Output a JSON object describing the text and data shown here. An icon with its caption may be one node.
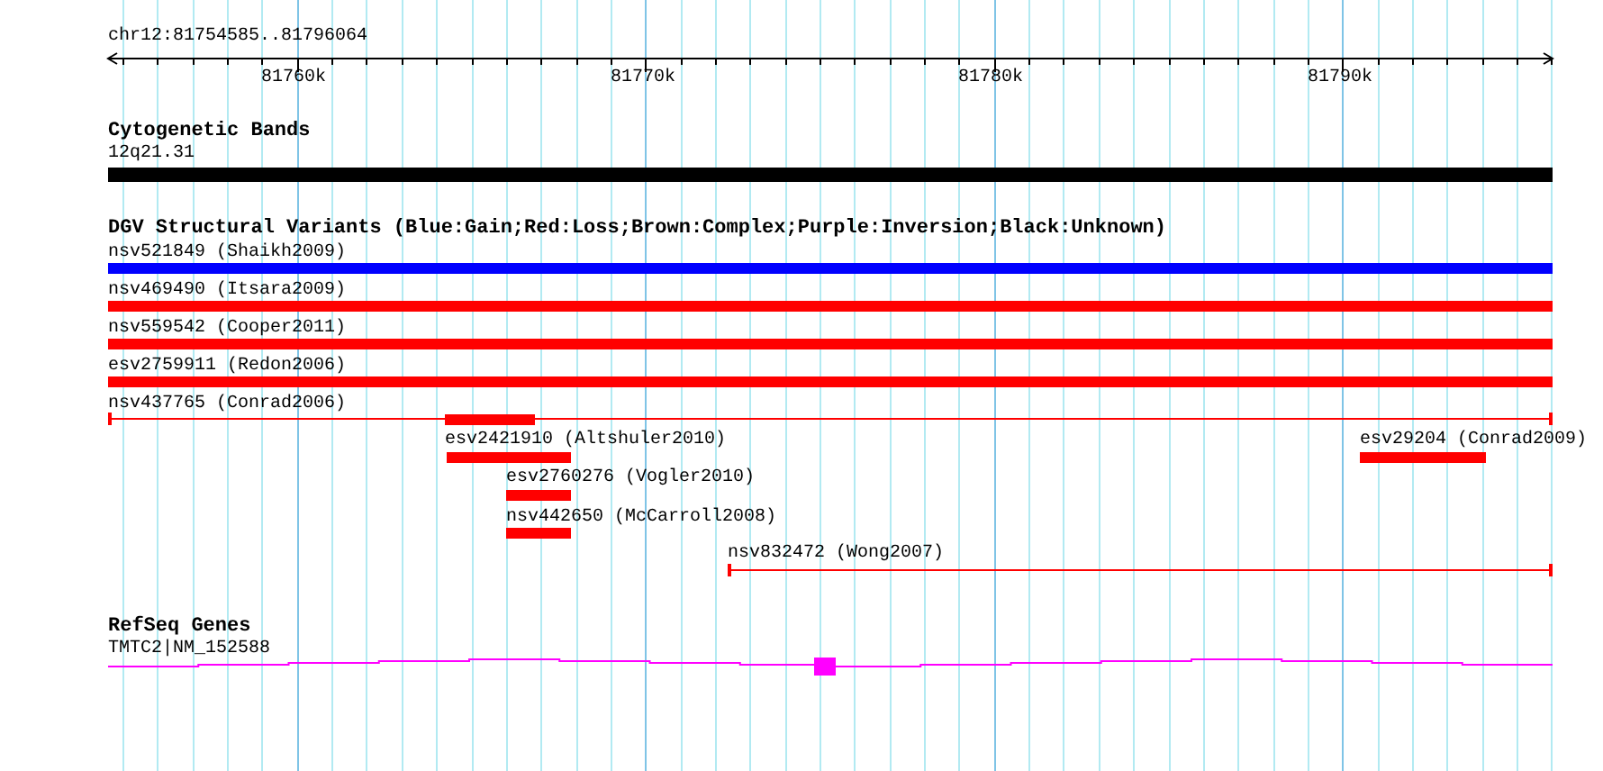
{
  "diagram": {
    "nodes": [
      {
        "text": [
          "12q21.31"
        ]
      },
      {
        "text": [
          "nsv521849 (Shaikh2009)"
        ]
      },
      {
        "text": [
          "nsv469490 (Itsara2009)"
        ]
      },
      {
        "text": [
          "nsv559542 (Cooper2011)"
        ]
      },
      {
        "text": [
          "esv2759911 (Redon2006)"
        ]
      },
      {
        "text": [
          "nsv437765 (Conrad2006)"
        ]
      },
      {
        "text": [
          "esv2421910 (Altshuler2010)"
        ]
      },
      {
        "text": [
          "esv29204 (Conrad2009)"
        ]
      },
      {
        "text": [
          "esv2760276 (Vogler2010)"
        ]
      },
      {
        "text": [
          "nsv442650 (McCarroll2008)"
        ]
      },
      {
        "text": [
          "nsv832472 (Wong2007)"
        ]
      },
      {
        "text": [
          "TMTC2|NM_152588"
        ]
      }
    ],
    "labels": [
      "chr12:81754585..81796064",
      "81760k",
      "81770k",
      "81780k",
      "81790k",
      "Cytogenetic Bands",
      "DGV Structural Variants (Blue:Gain;Red:Loss;Brown:Complex;Purple:Inversion;Black:Unknown)",
      "RefSeq Genes"
    ]
  }
}
